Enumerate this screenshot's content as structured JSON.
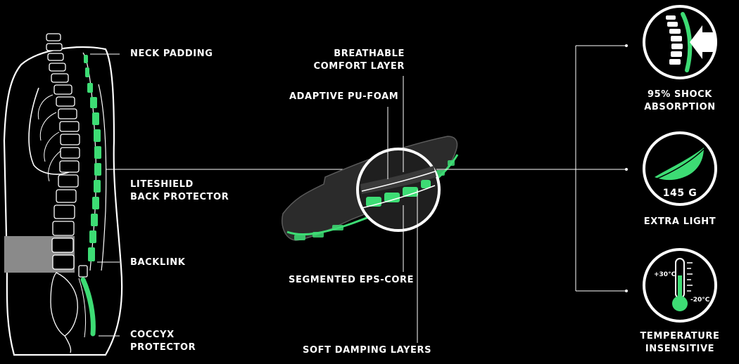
{
  "colors": {
    "background": "#000000",
    "accent": "#3ddc74",
    "line": "#ffffff",
    "belt": "#8a8a8a",
    "foam": "#2b2b2b"
  },
  "body_labels": {
    "neck_padding": "NECK PADDING",
    "liteshield": [
      "LITESHIELD",
      "BACK PROTECTOR"
    ],
    "backlink": "BACKLINK",
    "coccyx": [
      "COCCYX",
      "PROTECTOR"
    ]
  },
  "layer_labels": {
    "breathable": [
      "BREATHABLE",
      "COMFORT LAYER"
    ],
    "adaptive": "ADAPTIVE PU-FOAM",
    "segmented": "SEGMENTED EPS-CORE",
    "soft_damping": "SOFT DAMPING LAYERS"
  },
  "features": {
    "shock": {
      "icon": "spine-impact-icon",
      "label": [
        "95% SHOCK",
        "ABSORPTION"
      ]
    },
    "light": {
      "icon": "feather-icon",
      "weight": "145 g",
      "label": "EXTRA LIGHT"
    },
    "temperature": {
      "icon": "thermometer-icon",
      "high": "+30°C",
      "low": "-20°C",
      "label": [
        "TEMPERATURE",
        "INSENSITIVE"
      ]
    }
  }
}
